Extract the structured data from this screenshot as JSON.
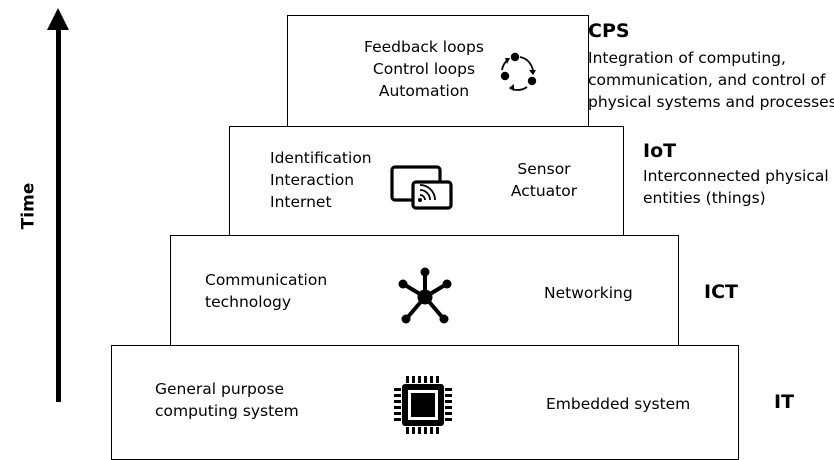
{
  "axis": {
    "label": "Time"
  },
  "levels": {
    "cps": {
      "name": "CPS",
      "desc_lines": [
        "Integration of computing,",
        "communication, and control of",
        "physical systems and processes"
      ],
      "left_lines": [
        "Feedback loops",
        "Control loops",
        "Automation"
      ],
      "icon": "cycle-icon"
    },
    "iot": {
      "name": "IoT",
      "desc_lines": [
        "Interconnected physical",
        "entities (things)"
      ],
      "left_lines": [
        "Identification",
        "Interaction",
        "Internet"
      ],
      "right_lines": [
        "Sensor",
        "Actuator"
      ],
      "icon": "wireless-screens-icon"
    },
    "ict": {
      "name": "ICT",
      "left_lines": [
        "Communication",
        "technology"
      ],
      "right_lines": [
        "Networking"
      ],
      "icon": "network-node-icon"
    },
    "it": {
      "name": "IT",
      "left_lines": [
        "General purpose",
        "computing system"
      ],
      "right_lines": [
        "Embedded system"
      ],
      "icon": "chip-icon"
    }
  }
}
